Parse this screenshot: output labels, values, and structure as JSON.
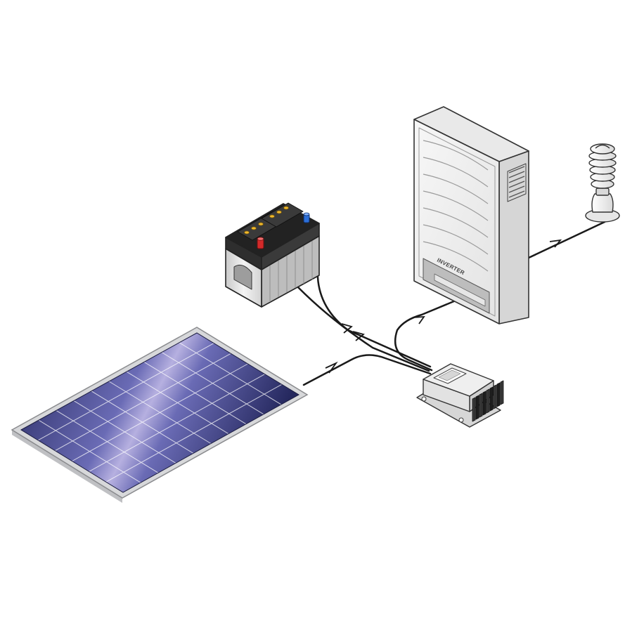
{
  "diagram": {
    "components": {
      "solar_panel": {
        "label": ""
      },
      "battery": {
        "label": ""
      },
      "charge_controller": {
        "label": ""
      },
      "inverter": {
        "label": "INVERTER"
      },
      "lamp": {
        "label": ""
      }
    },
    "connections": [
      {
        "from": "solar_panel",
        "to": "charge_controller"
      },
      {
        "from": "battery",
        "to": "charge_controller"
      },
      {
        "from": "charge_controller",
        "to": "inverter"
      },
      {
        "from": "inverter",
        "to": "lamp"
      }
    ],
    "colors": {
      "panel_cell": "#25285e",
      "panel_frame": "#d7d8da",
      "battery_body": "#e9e9e9",
      "battery_positive": "#d32a2a",
      "battery_negative": "#2c6fd8",
      "battery_cap": "#f0b92d",
      "inverter_body": "#f1f1f1",
      "controller_heatsink": "#2a2a2a",
      "wire": "#1a1a1a"
    }
  }
}
